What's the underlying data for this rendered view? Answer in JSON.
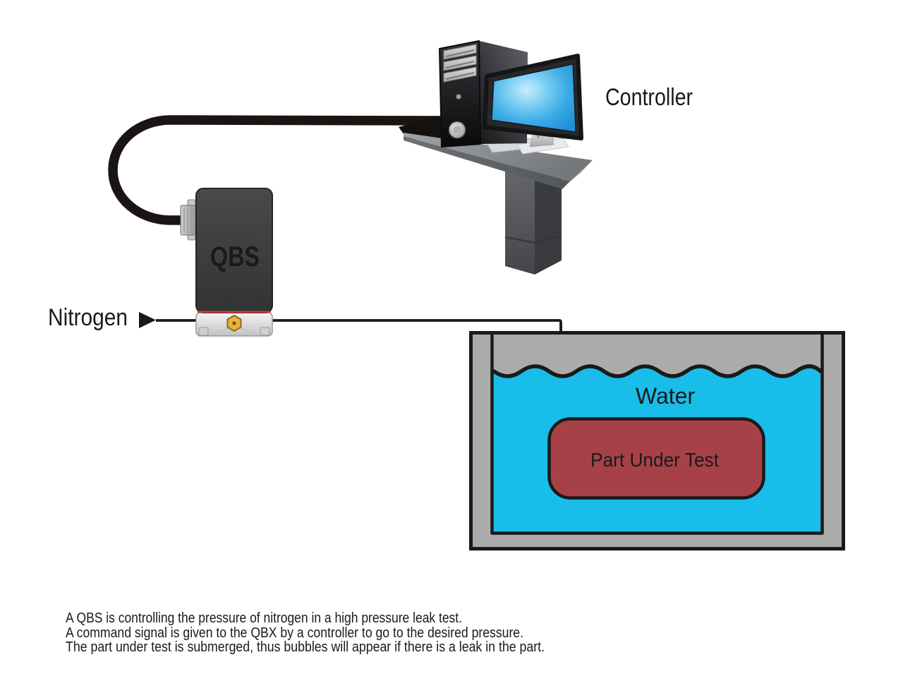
{
  "labels": {
    "controller": "Controller",
    "nitrogen": "Nitrogen",
    "qbs": "QBS",
    "water": "Water",
    "part_under_test": "Part Under Test"
  },
  "caption": {
    "lines": [
      "A QBS is controlling the pressure of nitrogen in a high pressure leak test.",
      "A command signal is given to the QBX by a controller to go to the desired pressure.",
      "The part under test is submerged, thus bubbles will appear if there is a leak in the part."
    ]
  },
  "colors": {
    "water": "#18bde9",
    "tank_wall": "#ababab",
    "part_fill": "#a64247",
    "outline": "#1a1a1a",
    "cable": "#1a1512",
    "qbs_stripe_red": "#cf4030",
    "brass_fitting": "#e8b239",
    "screen_blue": "#3aaae6"
  }
}
